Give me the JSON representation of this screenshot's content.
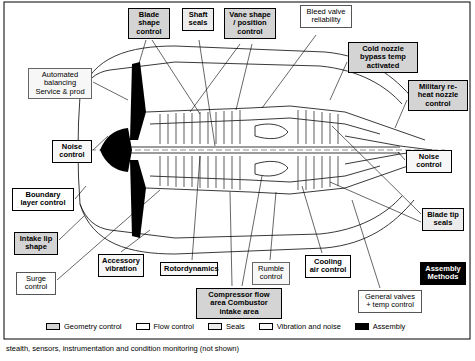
{
  "diagram": {
    "nodes": [
      {
        "text": [
          "Automated balancing Service & prod"
        ]
      },
      {
        "text": [
          "Blade shape control"
        ]
      },
      {
        "text": [
          "Shaft seals"
        ]
      },
      {
        "text": [
          "Vane shape / position control"
        ]
      },
      {
        "text": [
          "Bleed valve reliability"
        ]
      },
      {
        "text": [
          "Cold nozzle bypass temp activated"
        ]
      },
      {
        "text": [
          "Military re-heat nozzle control"
        ]
      },
      {
        "text": [
          "Noise control"
        ]
      },
      {
        "text": [
          "Noise control"
        ]
      },
      {
        "text": [
          "Boundary layer control"
        ]
      },
      {
        "text": [
          "Blade tip seals"
        ]
      },
      {
        "text": [
          "Intake lip shape"
        ]
      },
      {
        "text": [
          "Surge control"
        ]
      },
      {
        "text": [
          "Accessory vibration"
        ]
      },
      {
        "text": [
          "Rotordynamics"
        ]
      },
      {
        "text": [
          "Cooling air control"
        ]
      },
      {
        "text": [
          "Assembly Methods"
        ]
      },
      {
        "text": [
          "Compressor flow area Combustor intake area"
        ]
      },
      {
        "text": [
          "Rumble control"
        ]
      },
      {
        "text": [
          "General valves + temp control"
        ]
      }
    ],
    "labels": [
      "stealth, sensors, instrumentation and condition monitoring (not shown)"
    ],
    "legend": [
      {
        "text": "Geometry control",
        "color": "#d4d4d4"
      },
      {
        "text": "Flow control",
        "color": "#ffffff"
      },
      {
        "text": "Seals",
        "color": "#ececec"
      },
      {
        "text": "Vibration and noise",
        "color": "#f7f7f7"
      },
      {
        "text": "Assembly",
        "color": "#000000"
      }
    ]
  }
}
